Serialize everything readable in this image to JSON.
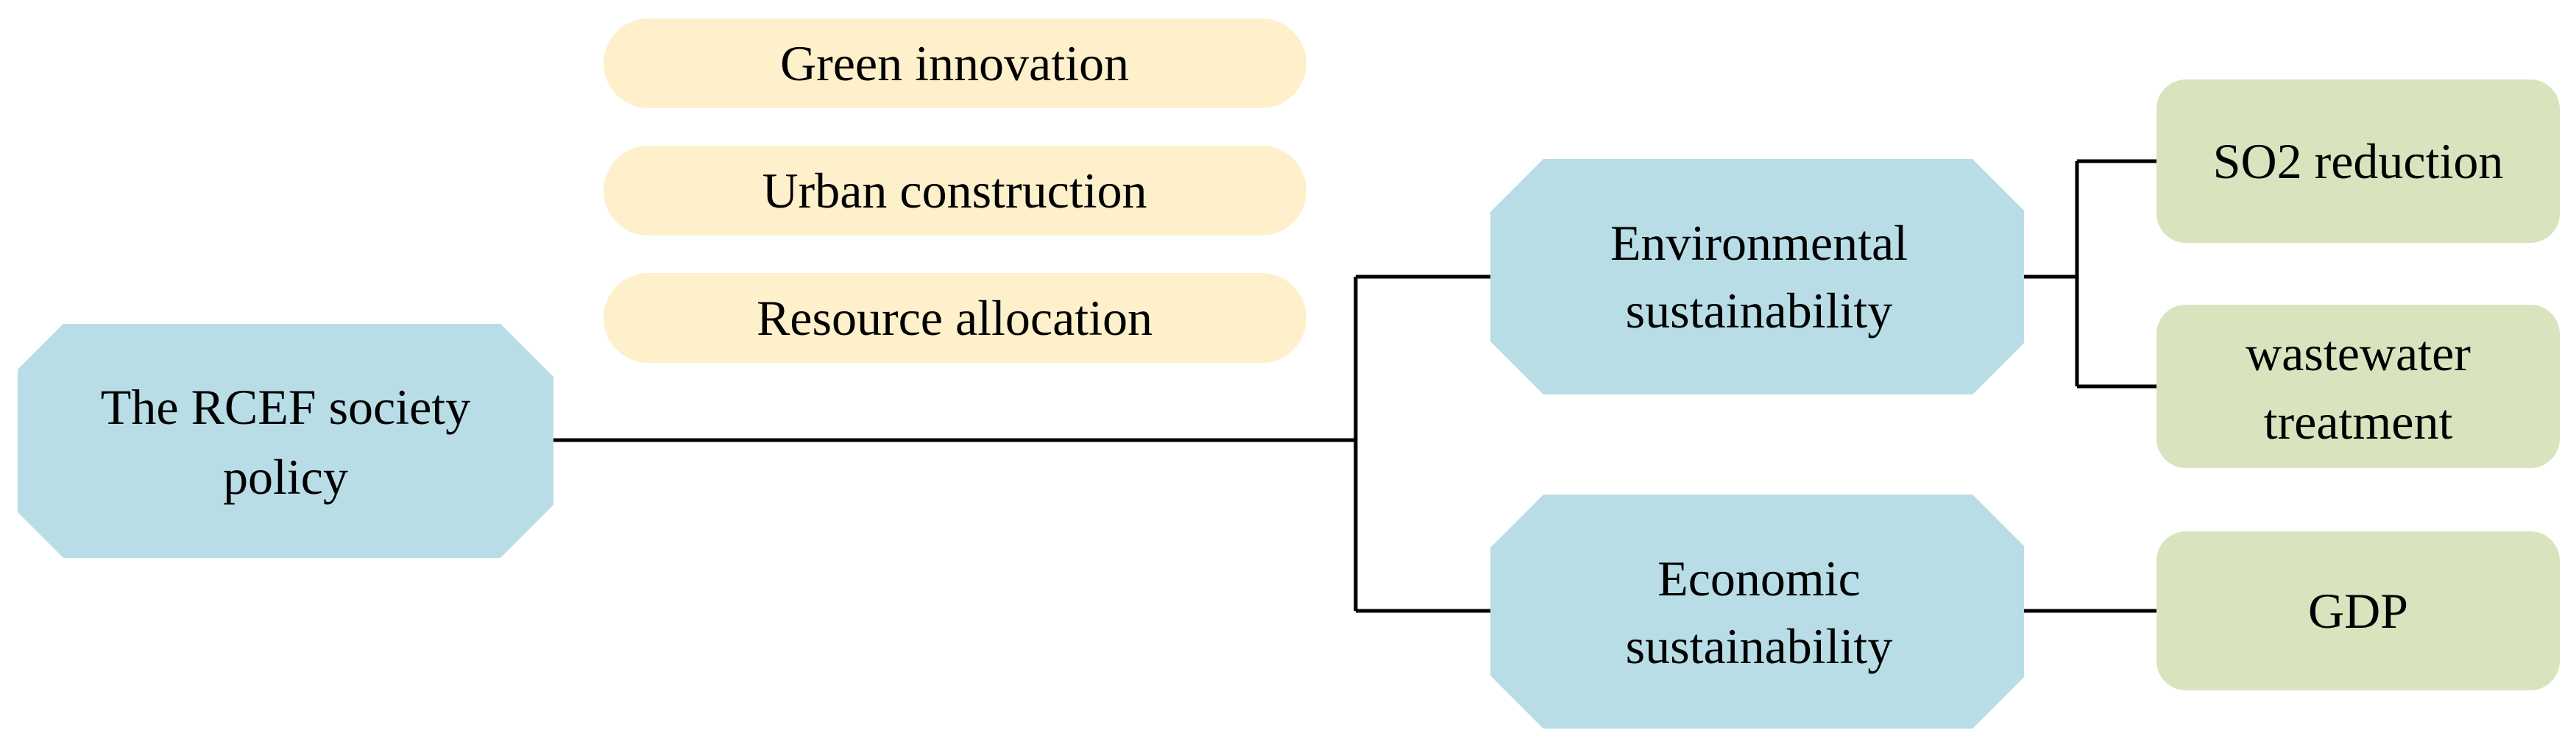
{
  "colors": {
    "policy_node": "#b8dde6",
    "dimension_node": "#b8dde6",
    "mechanism_node": "#fdf0cb",
    "indicator_node": "#d7e4be",
    "line": "#000000"
  },
  "mechanisms": [
    {
      "label": "Green innovation"
    },
    {
      "label": "Urban construction"
    },
    {
      "label": "Resource allocation"
    }
  ],
  "policy": {
    "line1": "The RCEF society",
    "line2": "policy"
  },
  "dimensions": {
    "environmental": {
      "line1": "Environmental",
      "line2": "sustainability"
    },
    "economic": {
      "line1": "Economic",
      "line2": "sustainability"
    }
  },
  "indicators": {
    "so2": {
      "label": "SO2 reduction"
    },
    "wastewater": {
      "line1": "wastewater",
      "line2": "treatment"
    },
    "gdp": {
      "label": "GDP"
    }
  }
}
